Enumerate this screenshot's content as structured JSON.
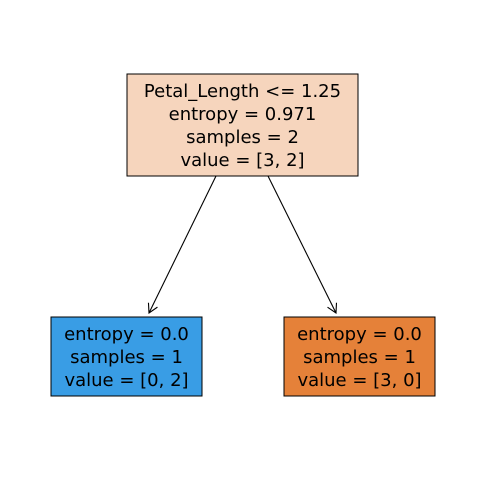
{
  "tree": {
    "root": {
      "lines": [
        "Petal_Length <= 1.25",
        "entropy = 0.971",
        "samples = 2",
        "value = [3, 2]"
      ],
      "fill": "#f6d5bd"
    },
    "left_leaf": {
      "lines": [
        "entropy = 0.0",
        "samples = 1",
        "value = [0, 2]"
      ],
      "fill": "#399de5"
    },
    "right_leaf": {
      "lines": [
        "entropy = 0.0",
        "samples = 1",
        "value = [3, 0]"
      ],
      "fill": "#e58139"
    }
  }
}
